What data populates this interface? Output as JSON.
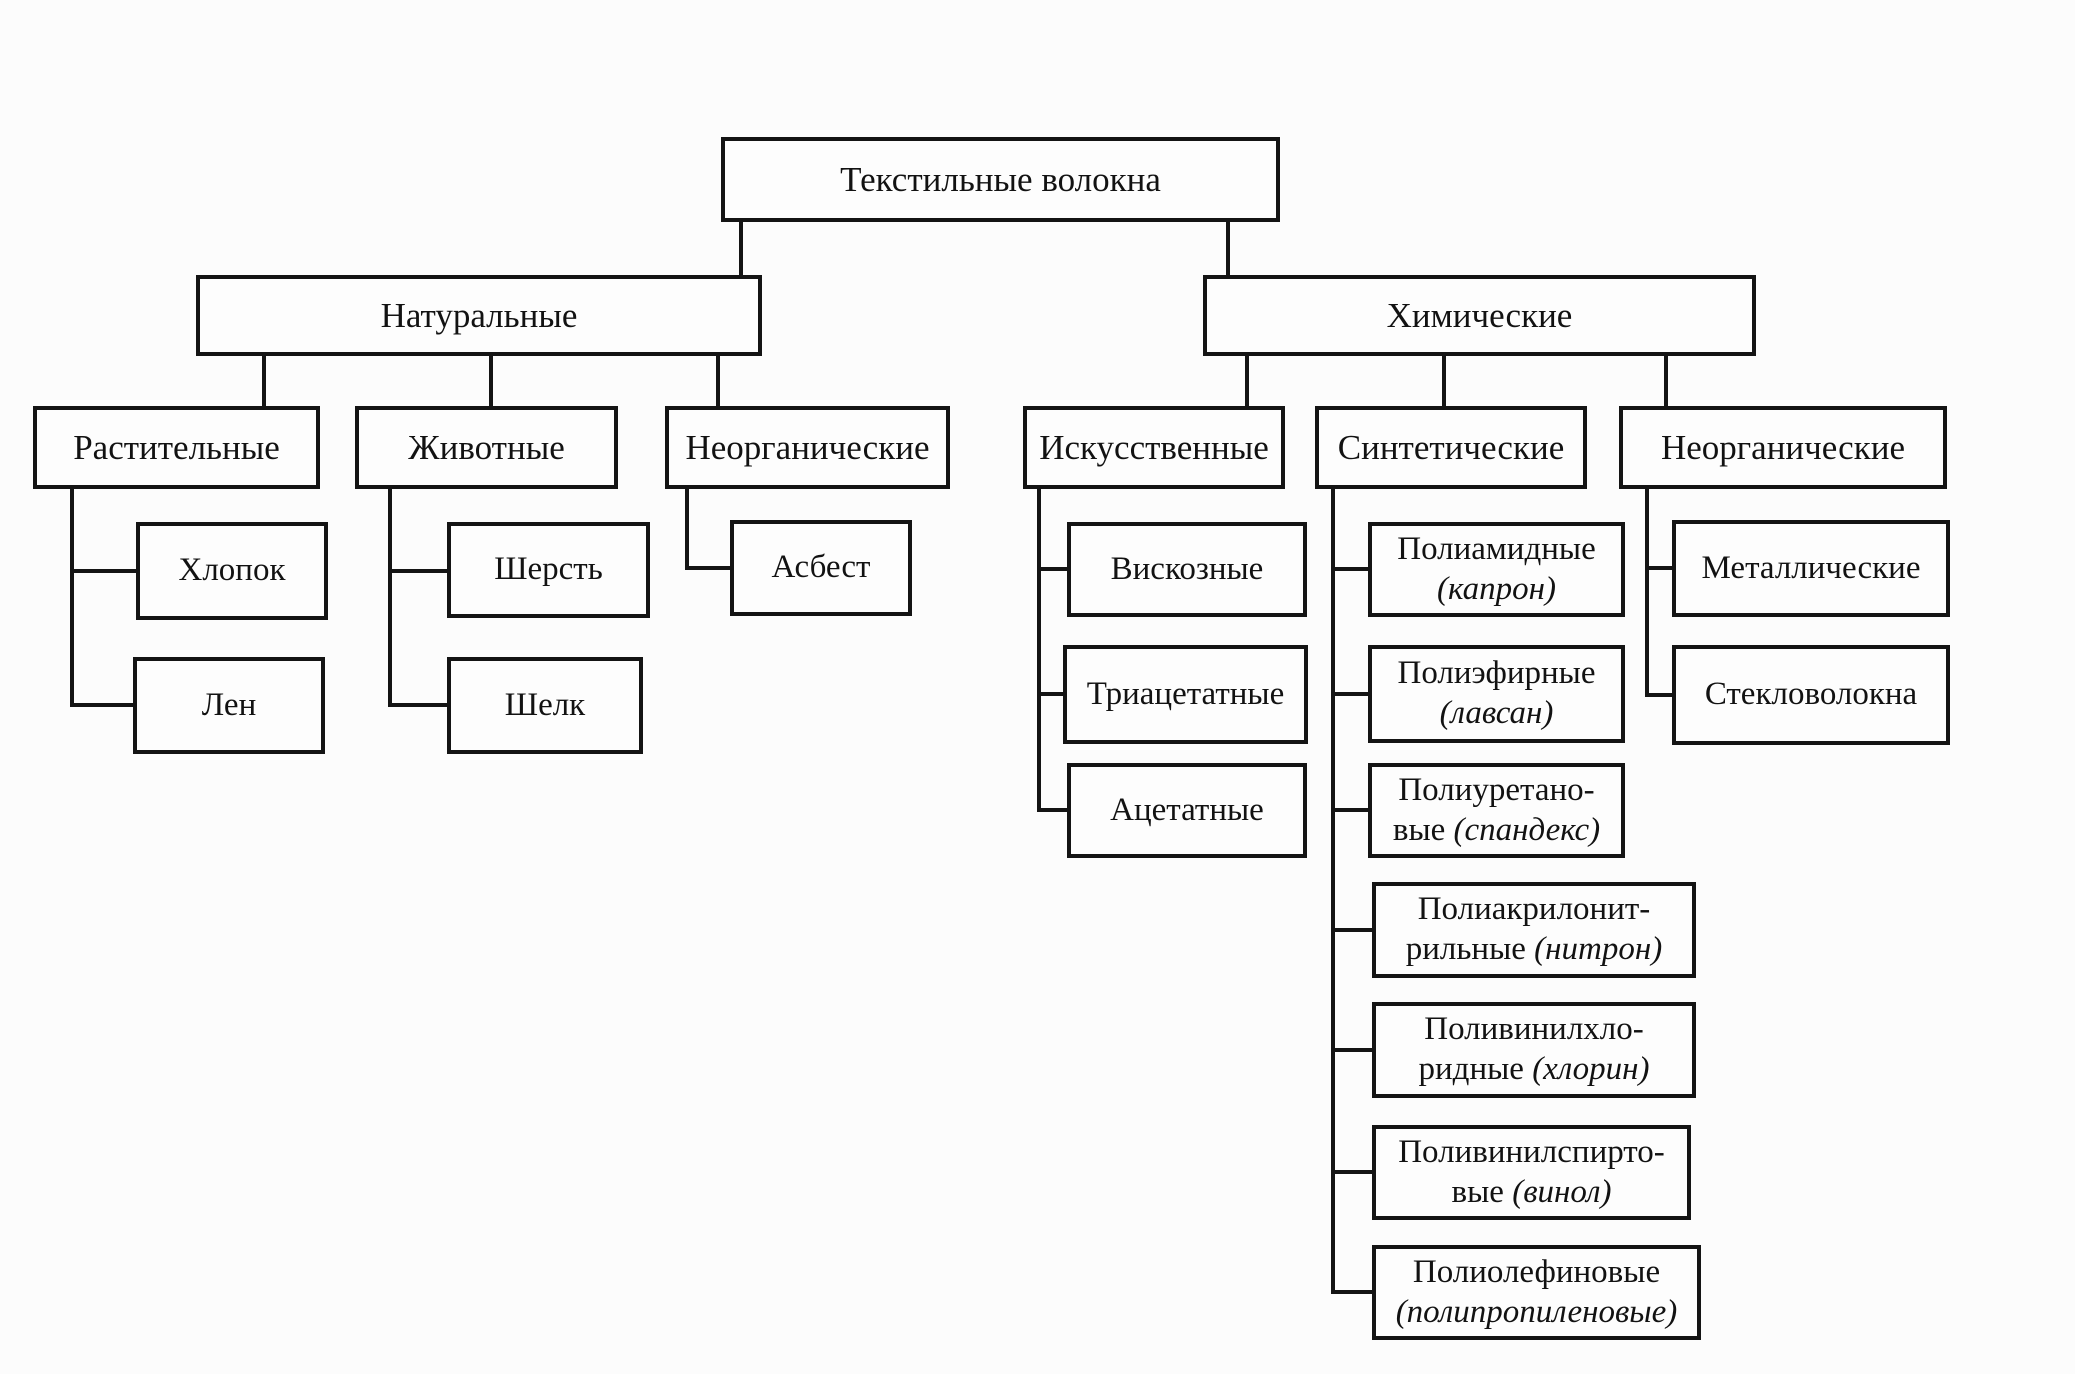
{
  "diagram": {
    "title": "Текстильные волокна",
    "type": "hierarchy-tree",
    "line_color": "#141414",
    "background": "#fcfcfc"
  },
  "nodes": {
    "root": {
      "label": "Текстильные волокна"
    },
    "nat": {
      "label": "Натуральные"
    },
    "chem": {
      "label": "Химические"
    },
    "rast": {
      "label": "Растительные"
    },
    "zhiv": {
      "label": "Животные"
    },
    "neorg_nat": {
      "label": "Неорганические"
    },
    "isk": {
      "label": "Искусственные"
    },
    "sint": {
      "label": "Синтетические"
    },
    "neorg_chem": {
      "label": "Неорганические"
    },
    "khlopok": {
      "label": "Хлопок"
    },
    "len": {
      "label": "Лен"
    },
    "sherst": {
      "label": "Шерсть"
    },
    "shelk": {
      "label": "Шелк"
    },
    "asbest": {
      "label": "Асбест"
    },
    "viskoznye": {
      "label": "Вискозные"
    },
    "triacetatnye": {
      "label": "Триацетатные"
    },
    "acetatnye": {
      "label": "Ацетатные"
    },
    "poliamidnye": {
      "parts": [
        {
          "t": "Полиамидные"
        },
        {
          "t": "(капрон)",
          "i": true,
          "br": true
        }
      ]
    },
    "poliefirnye": {
      "parts": [
        {
          "t": "Полиэфирные"
        },
        {
          "t": "(лавсан)",
          "i": true,
          "br": true
        }
      ]
    },
    "poliuretanovye": {
      "parts": [
        {
          "t": "Полиуретано-"
        },
        {
          "t": "вые ",
          "br": true
        },
        {
          "t": "(спандекс)",
          "i": true
        }
      ]
    },
    "poliakrilonitrilnye": {
      "parts": [
        {
          "t": "Полиакрилонит-"
        },
        {
          "t": "рильные ",
          "br": true
        },
        {
          "t": "(нитрон)",
          "i": true
        }
      ]
    },
    "polivinilkhloridnye": {
      "parts": [
        {
          "t": "Поливинилхло-"
        },
        {
          "t": "ридные ",
          "br": true
        },
        {
          "t": "(хлорин)",
          "i": true
        }
      ]
    },
    "polivinilspirtovye": {
      "parts": [
        {
          "t": "Поливинилспирто-"
        },
        {
          "t": "вые ",
          "br": true
        },
        {
          "t": "(винол)",
          "i": true
        }
      ]
    },
    "poliolefinovye": {
      "parts": [
        {
          "t": "Полиолефиновые"
        },
        {
          "t": "(полипропиленовые)",
          "i": true,
          "br": true
        }
      ]
    },
    "metallicheskie": {
      "label": "Металлические"
    },
    "steklovolokna": {
      "label": "Стекловолокна"
    }
  },
  "edges": [
    {
      "parent": "root",
      "children": [
        "nat",
        "chem"
      ]
    },
    {
      "parent": "nat",
      "children": [
        "rast",
        "zhiv",
        "neorg_nat"
      ]
    },
    {
      "parent": "chem",
      "children": [
        "isk",
        "sint",
        "neorg_chem"
      ]
    },
    {
      "parent": "rast",
      "children": [
        "khlopok",
        "len"
      ]
    },
    {
      "parent": "zhiv",
      "children": [
        "sherst",
        "shelk"
      ]
    },
    {
      "parent": "neorg_nat",
      "children": [
        "asbest"
      ]
    },
    {
      "parent": "isk",
      "children": [
        "viskoznye",
        "triacetatnye",
        "acetatnye"
      ]
    },
    {
      "parent": "sint",
      "children": [
        "poliamidnye",
        "poliefirnye",
        "poliuretanovye",
        "poliakrilonitrilnye",
        "polivinilkhloridnye",
        "polivinilspirtovye",
        "poliolefinovye"
      ]
    },
    {
      "parent": "neorg_chem",
      "children": [
        "metallicheskie",
        "steklovolokna"
      ]
    }
  ]
}
